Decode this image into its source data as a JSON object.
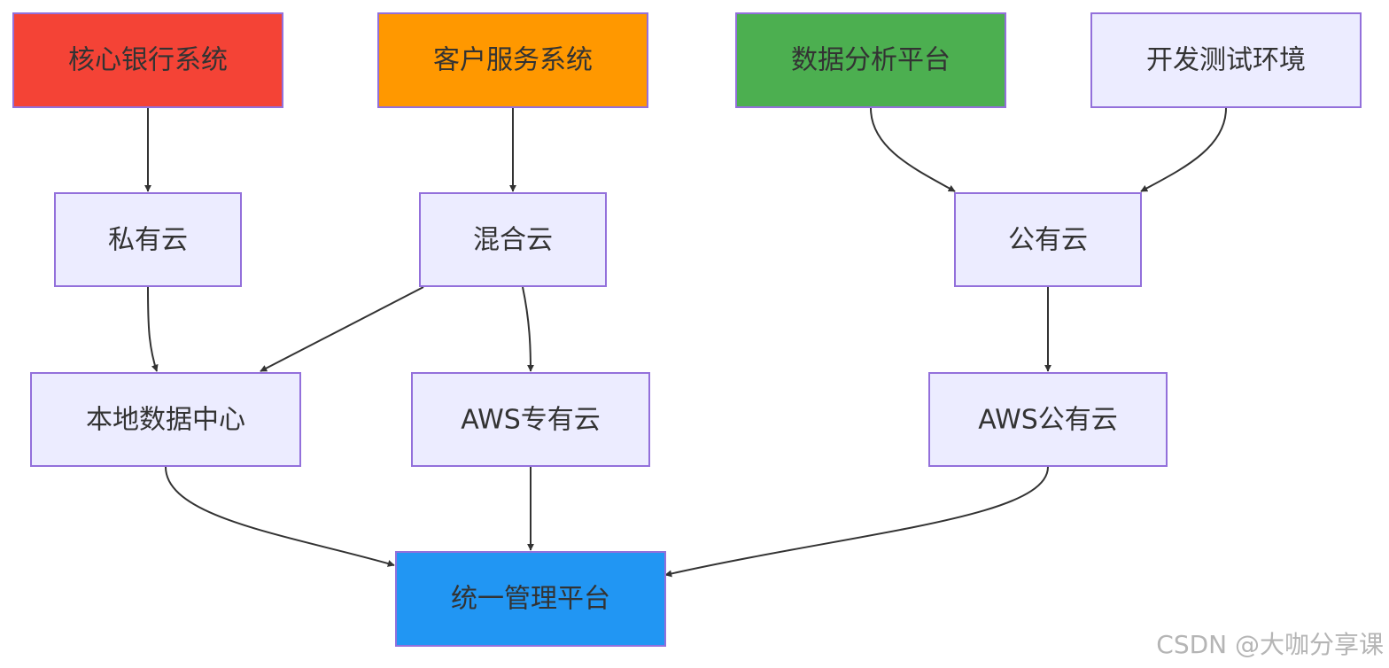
{
  "nodes": {
    "core_banking": {
      "label": "核心银行系统",
      "fill": "#f44336"
    },
    "customer_service": {
      "label": "客户服务系统",
      "fill": "#ff9800"
    },
    "data_analytics": {
      "label": "数据分析平台",
      "fill": "#4caf50"
    },
    "dev_test": {
      "label": "开发测试环境",
      "fill": "#ececff"
    },
    "private_cloud": {
      "label": "私有云",
      "fill": "#ececff"
    },
    "hybrid_cloud": {
      "label": "混合云",
      "fill": "#ececff"
    },
    "public_cloud": {
      "label": "公有云",
      "fill": "#ececff"
    },
    "local_datacenter": {
      "label": "本地数据中心",
      "fill": "#ececff"
    },
    "aws_dedicated": {
      "label": "AWS专有云",
      "fill": "#ececff"
    },
    "aws_public": {
      "label": "AWS公有云",
      "fill": "#ececff"
    },
    "unified_mgmt": {
      "label": "统一管理平台",
      "fill": "#2196f3"
    }
  },
  "node_border_color": "#9370db",
  "edge_color": "#333333",
  "edges": [
    {
      "from": "core_banking",
      "to": "private_cloud"
    },
    {
      "from": "customer_service",
      "to": "hybrid_cloud"
    },
    {
      "from": "data_analytics",
      "to": "public_cloud"
    },
    {
      "from": "dev_test",
      "to": "public_cloud"
    },
    {
      "from": "private_cloud",
      "to": "local_datacenter"
    },
    {
      "from": "hybrid_cloud",
      "to": "local_datacenter"
    },
    {
      "from": "hybrid_cloud",
      "to": "aws_dedicated"
    },
    {
      "from": "public_cloud",
      "to": "aws_public"
    },
    {
      "from": "local_datacenter",
      "to": "unified_mgmt"
    },
    {
      "from": "aws_dedicated",
      "to": "unified_mgmt"
    },
    {
      "from": "aws_public",
      "to": "unified_mgmt"
    }
  ],
  "watermark": "CSDN @大咖分享课"
}
